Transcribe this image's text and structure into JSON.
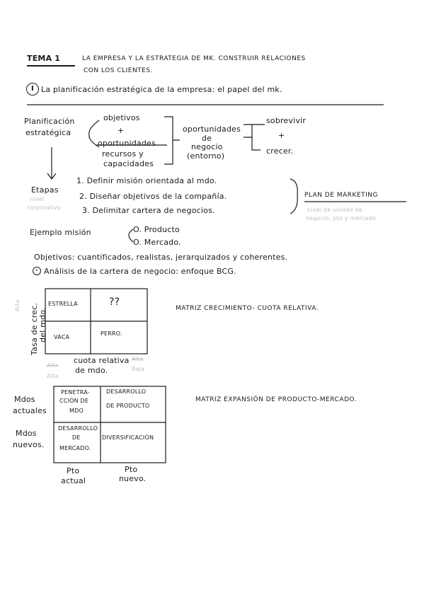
{
  "title": {
    "tema": "TEMA 1",
    "line1": "LA EMPRESA Y LA ESTRATEGIA DE MK. CONSTRUIR RELACIONES",
    "line2": "CON LOS CLIENTES."
  },
  "section1": {
    "numeral": "I",
    "heading": "La planificación estratégica de la empresa: el papel del mk."
  },
  "planning": {
    "label_line1": "Planificación",
    "label_line2": "estratégica",
    "objetivos": "objetivos",
    "plus1": "+",
    "oportunidades": "oportunidades",
    "recursos_line1": "recursos y",
    "recursos_line2": "capacidades",
    "oport_line1": "oportunidades",
    "oport_line2": "de",
    "oport_line3": "negocio",
    "oport_line4": "(entorno)",
    "sobrevivir": "sobrevivir",
    "plus2": "+",
    "crecer": "crecer."
  },
  "etapas": {
    "label": "Etapas",
    "faint_line1": "nivel",
    "faint_line2": "corporativo",
    "step1": "1. Definir misión orientada al mdo.",
    "step2": "2. Diseñar objetivos de la compañía.",
    "step3": "3. Delimitar cartera de negocios.",
    "plan": "PLAN DE MARKETING",
    "plan_faint_line1": "nivel de unidad de",
    "plan_faint_line2": "negocio, pto y mercado"
  },
  "mision": {
    "label": "Ejemplo misión",
    "item1": "O. Producto",
    "item2": "O. Mercado."
  },
  "objetivos_line": "Objetivos: cuantificados, realistas, jerarquizados y coherentes.",
  "analisis_line": "Análisis de la cartera de negocio: enfoque BCG.",
  "bcg": {
    "y_label_line1": "Tasa de crec.",
    "y_label_line2": "del mdo.",
    "faint_alta": "Alta",
    "cells": [
      "ESTRELLA",
      "??",
      "VACA",
      "PERRO."
    ],
    "x_label_line1": "cuota relativa",
    "x_label_line2": "de mdo.",
    "x_alta": "Alta",
    "x_baja": "Baja",
    "x_alta_strike": "Alta",
    "caption": "MATRIZ CRECIMIENTO- CUOTA RELATIVA."
  },
  "ansoff": {
    "row1_line1": "Mdos",
    "row1_line2": "actuales",
    "row2_line1": "Mdos",
    "row2_line2": "nuevos.",
    "cell1_line1": "PENETRA-",
    "cell1_line2": "CCIÓN DE",
    "cell1_line3": "MDO",
    "cell2_line1": "DESARROLLO",
    "cell2_line2": "DE PRODUCTO",
    "cell3_line1": "DESARROLLO",
    "cell3_line2": "DE",
    "cell3_line3": "MERCADO.",
    "cell4": "DIVERSIFICACIÓN",
    "col1_line1": "Pto",
    "col1_line2": "actual",
    "col2_line1": "Pto",
    "col2_line2": "nuevo.",
    "caption": "MATRIZ EXPANSIÓN DE PRODUCTO-MERCADO."
  }
}
